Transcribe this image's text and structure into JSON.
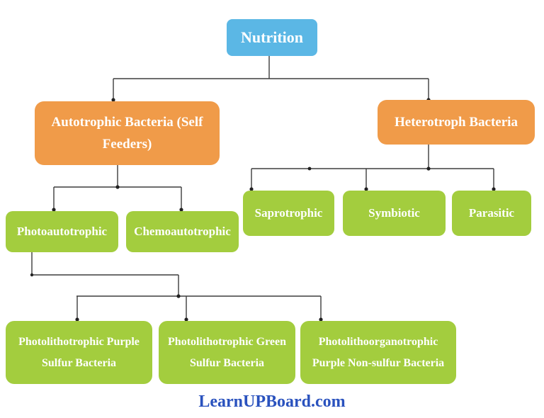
{
  "diagram": {
    "topic": "Nutrition of Bacteria",
    "type": "hierarchy-tree"
  },
  "nodes": {
    "nutrition": {
      "label": "Nutrition",
      "level": 0
    },
    "autotrophic": {
      "label": "Autotrophic Bacteria (Self Feeders)",
      "level": 1
    },
    "heterotroph": {
      "label": "Heterotroph Bacteria",
      "level": 1
    },
    "photoautotrophic": {
      "label": "Photoautotrophic",
      "level": 2
    },
    "chemoautotrophic": {
      "label": "Chemoautotrophic",
      "level": 2
    },
    "saprotrophic": {
      "label": "Saprotrophic",
      "level": 2
    },
    "symbiotic": {
      "label": "Symbiotic",
      "level": 2
    },
    "parasitic": {
      "label": "Parasitic",
      "level": 2
    },
    "photolitho_purple_sulfur": {
      "label": "Photolithotrophic Purple Sulfur Bacteria",
      "level": 3
    },
    "photolitho_green_sulfur": {
      "label": "Photolithotrophic Green Sulfur Bacteria",
      "level": 3
    },
    "photolithoorgano_nonsulfur": {
      "label": "Photolithoorganotrophic Purple Non-sulfur Bacteria",
      "level": 3
    }
  },
  "edges": [
    [
      "nutrition",
      "autotrophic"
    ],
    [
      "nutrition",
      "heterotroph"
    ],
    [
      "autotrophic",
      "photoautotrophic"
    ],
    [
      "autotrophic",
      "chemoautotrophic"
    ],
    [
      "heterotroph",
      "saprotrophic"
    ],
    [
      "heterotroph",
      "symbiotic"
    ],
    [
      "heterotroph",
      "parasitic"
    ],
    [
      "photoautotrophic",
      "photolitho_purple_sulfur"
    ],
    [
      "photoautotrophic",
      "photolitho_green_sulfur"
    ],
    [
      "photoautotrophic",
      "photolithoorgano_nonsulfur"
    ]
  ],
  "footer": {
    "website": "LearnUPBoard.com"
  },
  "colors": {
    "root_box": "#5bb7e5",
    "branch_box": "#f09b49",
    "leaf_box": "#a3cd3e",
    "box_text": "#ffffff",
    "connector_line": "#3d3d3d",
    "footer_text": "#2a52be",
    "background": "#ffffff"
  }
}
